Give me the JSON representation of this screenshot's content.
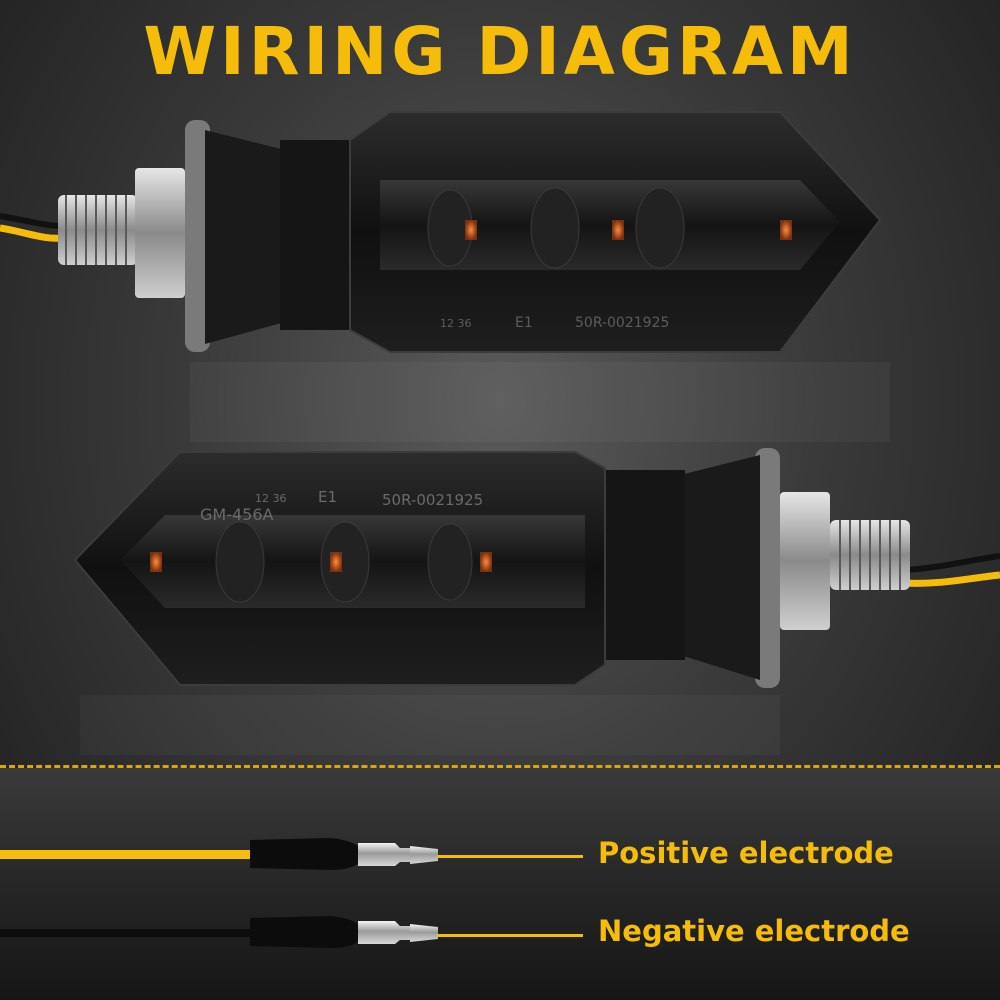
{
  "title": "WIRING DIAGRAM",
  "wires": [
    {
      "label": "Positive electrode",
      "color": "#f5bd0a"
    },
    {
      "label": "Negative electrode",
      "color": "#111111"
    }
  ],
  "lamp_markings": {
    "code": "50R-0021925",
    "model": "GM-456A",
    "cert": "E1",
    "numbers": "12 36"
  },
  "colors": {
    "accent": "#f5bd0a",
    "led": "#e8722a"
  }
}
